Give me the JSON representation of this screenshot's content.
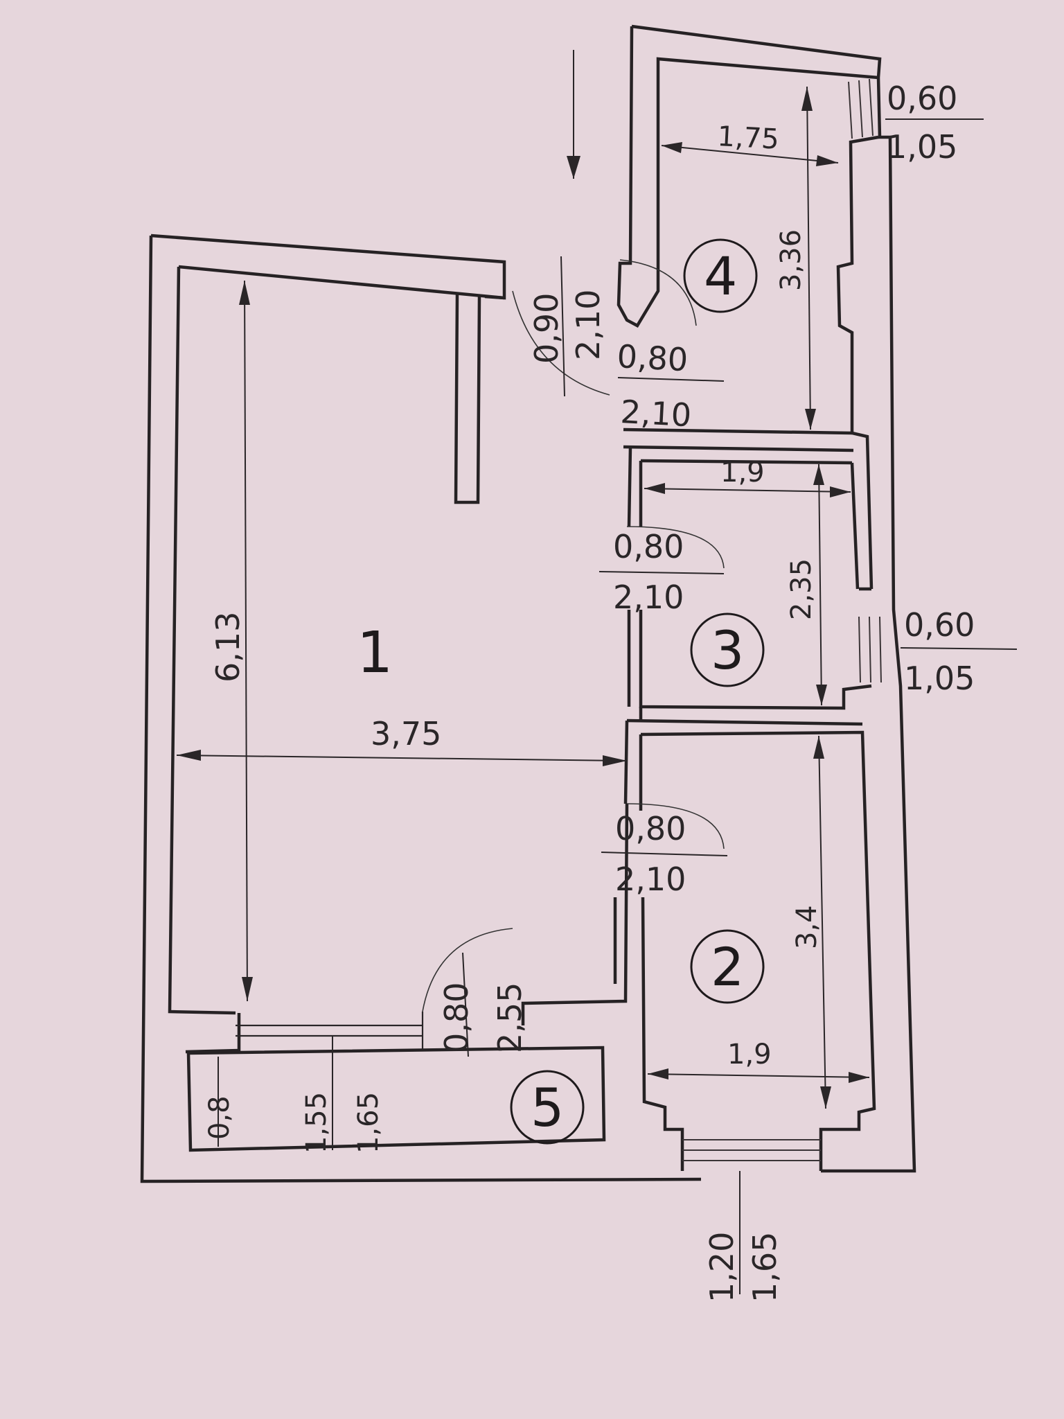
{
  "rooms": [
    {
      "number": "1"
    },
    {
      "number": "2"
    },
    {
      "number": "3"
    },
    {
      "number": "4"
    },
    {
      "number": "5"
    }
  ],
  "dimensions": {
    "room1_length": "6,13",
    "room1_width": "3,75",
    "room2_length": "3,4",
    "room2_width": "1,9",
    "room3_length": "2,35",
    "room3_width": "1,9",
    "room4_length": "3,36",
    "room4_width": "1,75",
    "room5_a": "0,8",
    "room5_b": "1,55",
    "room5_c": "1,65"
  },
  "openings": {
    "entry_door": {
      "width": "0,90",
      "height": "2,10"
    },
    "door_room4": {
      "width": "0,80",
      "height": "2,10"
    },
    "door_room3": {
      "width": "0,80",
      "height": "2,10"
    },
    "door_room2": {
      "width": "0,80",
      "height": "2,10"
    },
    "door_balcony": {
      "width": "0,80",
      "height": "2,55"
    },
    "window_room4": {
      "width": "0,60",
      "height": "1,05"
    },
    "window_room3": {
      "width": "0,60",
      "height": "1,05"
    },
    "window_room2": {
      "width": "1,20",
      "height": "1,65"
    }
  }
}
